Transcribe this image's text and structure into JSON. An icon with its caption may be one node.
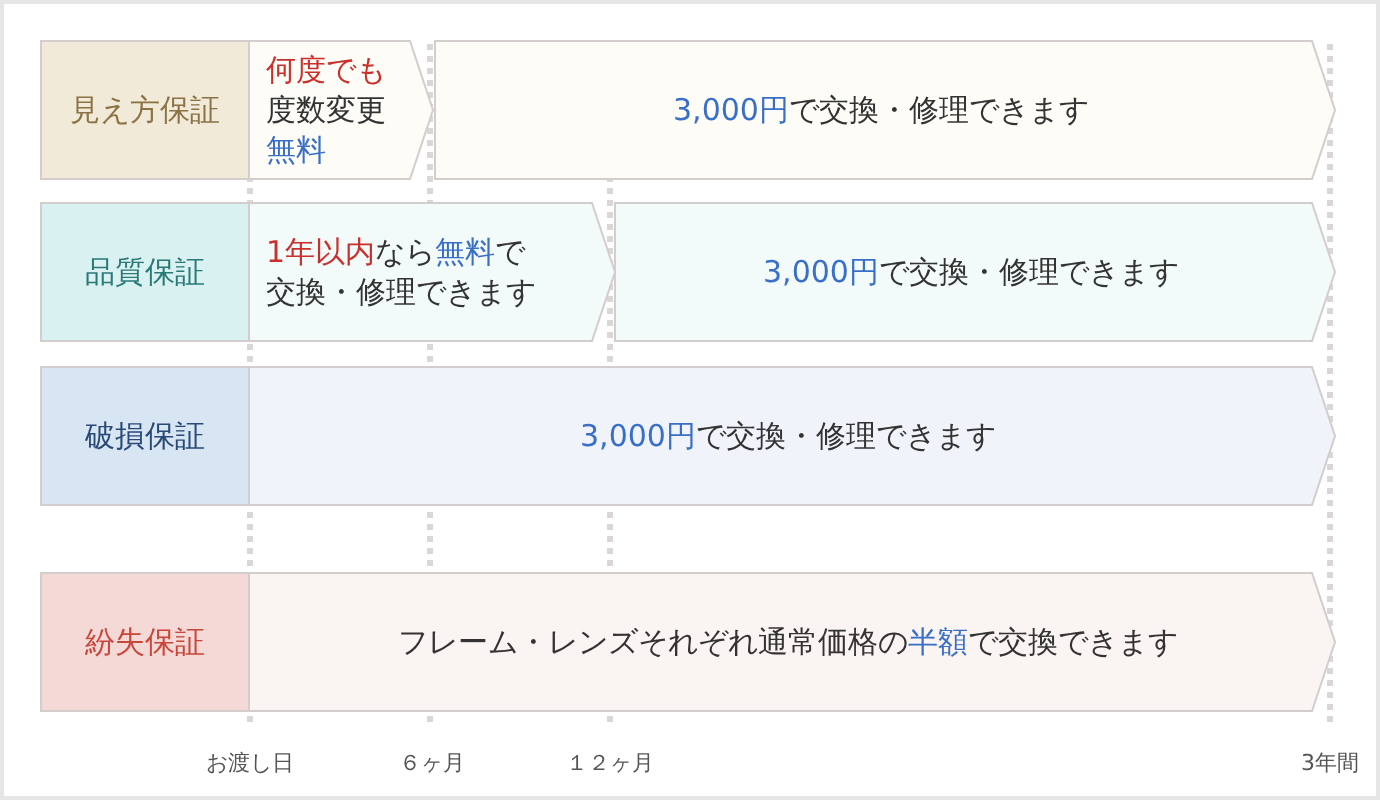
{
  "diagram": {
    "nodes": [
      {
        "text": [
          "見え方保証"
        ]
      },
      {
        "text": [
          "何度でも度数変更無料"
        ]
      },
      {
        "text": [
          "3,000円で交換・修理できます"
        ]
      },
      {
        "text": [
          "品質保証"
        ]
      },
      {
        "text": [
          "1年以内なら無料で交換・修理できます"
        ]
      },
      {
        "text": [
          "3,000円で交換・修理できます"
        ]
      },
      {
        "text": [
          "破損保証"
        ]
      },
      {
        "text": [
          "3,000円で交換・修理できます"
        ]
      },
      {
        "text": [
          "紛失保証"
        ]
      },
      {
        "text": [
          "フレーム・レンズそれぞれ通常価格の半額で交換できます"
        ]
      }
    ],
    "labels": [
      "お渡し日",
      "６ヶ月",
      "１２ヶ月",
      "3年間"
    ]
  }
}
